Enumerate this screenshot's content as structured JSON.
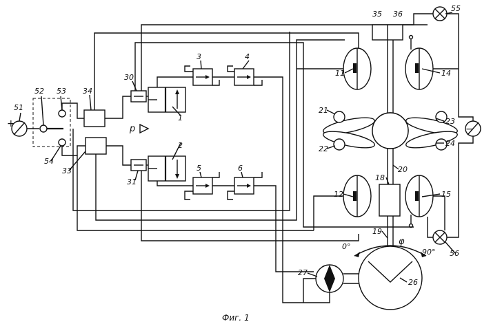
{
  "figure": {
    "caption": "Фиг. 1"
  },
  "symbols": {
    "plus": "+",
    "minus": "−",
    "pressure": "p",
    "angle": "φ",
    "deg0": "0°",
    "deg90": "90°"
  },
  "labels": {
    "l1": "1",
    "l2": "2",
    "l3": "3",
    "l4": "4",
    "l5": "5",
    "l6": "6",
    "l11": "11",
    "l12": "12",
    "l14": "14",
    "l15": "15",
    "l18": "18",
    "l19": "19",
    "l20": "20",
    "l21": "21",
    "l22": "22",
    "l23": "23",
    "l24": "24",
    "l26": "26",
    "l27": "27",
    "l30": "30",
    "l31": "31",
    "l33": "33",
    "l34": "34",
    "l35": "35",
    "l36": "36",
    "l51": "51",
    "l52": "52",
    "l53": "53",
    "l54": "54",
    "l55": "55",
    "l56": "56"
  }
}
